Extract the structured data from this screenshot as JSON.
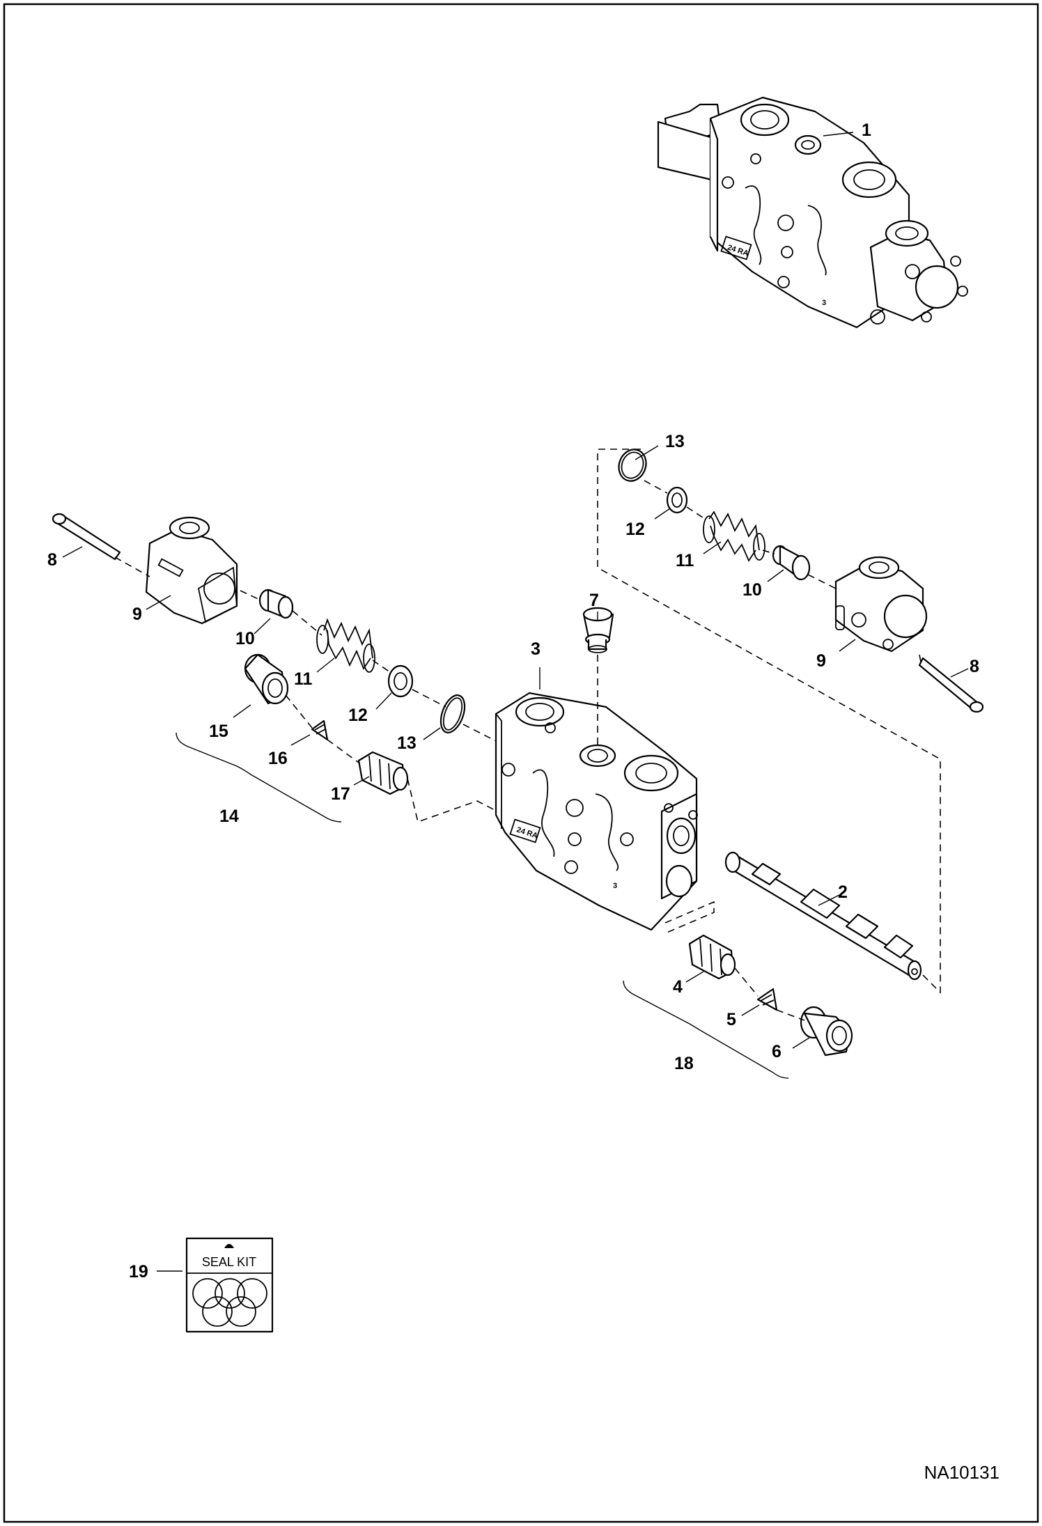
{
  "drawing_id": "NA10131",
  "seal_kit_label": "SEAL KIT",
  "callouts": {
    "c1": "1",
    "c2": "2",
    "c3": "3",
    "c4": "4",
    "c5": "5",
    "c6": "6",
    "c7": "7",
    "c8_left": "8",
    "c8_right": "8",
    "c9_left": "9",
    "c9_right": "9",
    "c10_left": "10",
    "c10_right": "10",
    "c11_left": "11",
    "c11_right": "11",
    "c12_left": "12",
    "c12_right": "12",
    "c13_left": "13",
    "c13_right": "13",
    "c14": "14",
    "c15": "15",
    "c16": "16",
    "c17": "17",
    "c18": "18",
    "c19": "19"
  },
  "part_markings": {
    "section_code": "24 RA",
    "section_number": "3"
  }
}
